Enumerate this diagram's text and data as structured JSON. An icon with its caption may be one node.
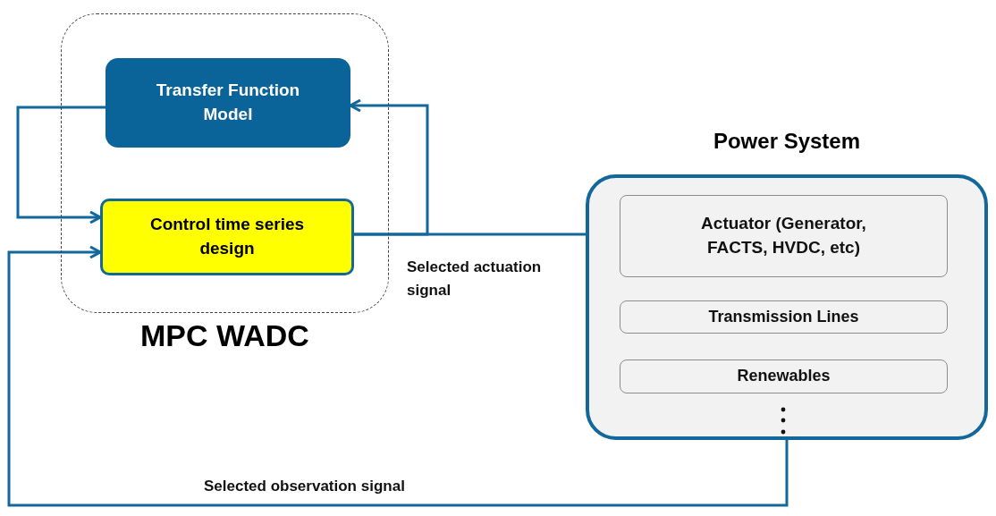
{
  "diagram": {
    "nodes": [
      {
        "text": [
          "MPC WADC"
        ]
      },
      {
        "text": [
          "Transfer Function Model"
        ],
        "in": 0
      },
      {
        "text": [
          "Control time series design"
        ],
        "in": 0
      },
      {
        "text": [
          "Power System"
        ]
      },
      {
        "text": [
          "Actuator (Generator, FACTS, HVDC, etc)"
        ],
        "in": 3
      },
      {
        "text": [
          "Transmission Lines"
        ],
        "in": 3
      },
      {
        "text": [
          "Renewables"
        ],
        "in": 3
      }
    ],
    "edges": [
      {
        "from": 1,
        "to": 2,
        "arrow": "to"
      },
      {
        "from": 2,
        "to": 1,
        "arrow": "to"
      },
      {
        "from": 2,
        "to": 4,
        "arrow": "to",
        "label": "Selected actuation signal"
      },
      {
        "from": 3,
        "to": 2,
        "arrow": "to",
        "label": "Selected observation signal"
      }
    ]
  }
}
